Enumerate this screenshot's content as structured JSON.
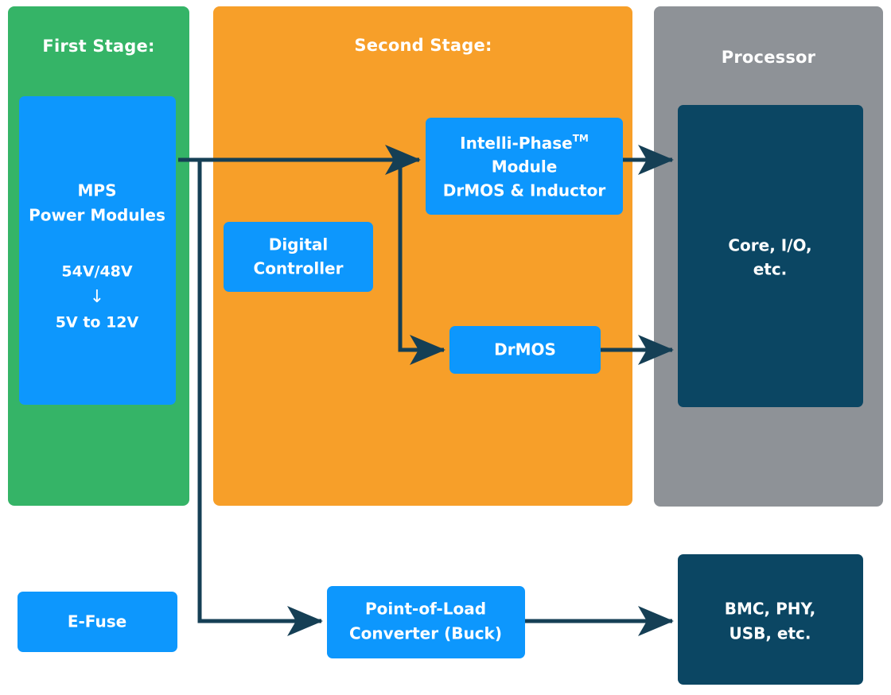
{
  "colors": {
    "background": "#ffffff",
    "stage1_panel": "#35b467",
    "stage2_panel": "#f79f29",
    "processor_panel": "#8e9297",
    "block_blue": "#0d97fd",
    "block_navy": "#0b4663",
    "wire": "#153f55",
    "text_on_fill": "#ffffff"
  },
  "panels": {
    "first_stage": {
      "label": "First Stage:"
    },
    "second_stage": {
      "label": "Second Stage:"
    },
    "processor": {
      "label": "Processor"
    }
  },
  "blocks": {
    "mps_power_modules": {
      "title_line1": "MPS",
      "title_line2": "Power Modules",
      "input_voltage": "54V/48V",
      "conversion_arrow": "↓",
      "output_voltage": "5V to 12V"
    },
    "intelli_phase": {
      "line1": "Intelli-Phase",
      "trademark": "TM",
      "line2": "Module",
      "line3": "DrMOS & Inductor"
    },
    "digital_controller": {
      "line1": "Digital",
      "line2": "Controller"
    },
    "drmos": {
      "label": "DrMOS"
    },
    "core_io": {
      "line1": "Core, I/O,",
      "line2": "etc."
    },
    "efuse": {
      "label": "E-Fuse"
    },
    "point_of_load": {
      "line1": "Point-of-Load",
      "line2": "Converter (Buck)"
    },
    "bmc_phy": {
      "line1": "BMC, PHY,",
      "line2": "USB, etc."
    }
  },
  "connections": [
    {
      "name": "mps-to-intelli-phase"
    },
    {
      "name": "mps-branch-to-drmos"
    },
    {
      "name": "intelli-phase-to-core-io"
    },
    {
      "name": "drmos-to-core-io"
    },
    {
      "name": "mps-branch-to-point-of-load"
    },
    {
      "name": "point-of-load-to-bmc-phy"
    }
  ]
}
